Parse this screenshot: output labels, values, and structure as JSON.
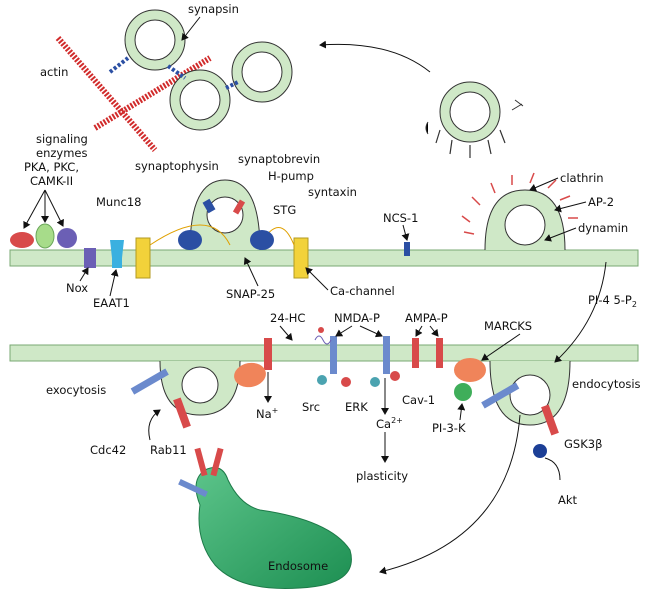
{
  "labels": {
    "synapsin": "synapsin",
    "actin": "actin",
    "signaling_1": "signaling",
    "signaling_2": "enzymes",
    "signaling_3": "PKA, PKC,",
    "signaling_4": "CAMK-II",
    "synaptophysin": "synaptophysin",
    "synaptobrevin": "synaptobrevin",
    "h_pump": "H-pump",
    "syntaxin": "syntaxin",
    "stg": "STG",
    "munc18": "Munc18",
    "ncs1": "NCS-1",
    "clathrin": "clathrin",
    "ap2": "AP-2",
    "dynamin": "dynamin",
    "nox": "Nox",
    "eaat1": "EAAT1",
    "snap25": "SNAP-25",
    "ca_channel": "Ca-channel",
    "pi45p2": "PI-4 5-P",
    "pi45p2_sub": "2",
    "hc24": "24-HC",
    "nmdar": "NMDA-P",
    "ampar": "AMPA-P",
    "marcks": "MARCKS",
    "exocytosis": "exocytosis",
    "endocytosis": "endocytosis",
    "src": "Src",
    "erk": "ERK",
    "cav1": "Cav-1",
    "na": "Na",
    "na_sup": "+",
    "ca": "Ca",
    "ca_sup": "2+",
    "pi3k": "PI-3-K",
    "gsk3b": "GSK3β",
    "akt": "Akt",
    "plasticity": "plasticity",
    "cdc42": "Cdc42",
    "rab11": "Rab11",
    "endosome": "Endosome"
  },
  "colors": {
    "membrane": "#cfe8c7",
    "membrane_dark": "#7aa873",
    "yellow_channel": "#f2d23a",
    "red_protein": "#d84a4a",
    "blue_protein": "#2b4fa3",
    "purple_protein": "#6b5fb5",
    "green_protein": "#3fae5a",
    "orange_protein": "#f0845a",
    "endosome": "#2fa86a"
  }
}
